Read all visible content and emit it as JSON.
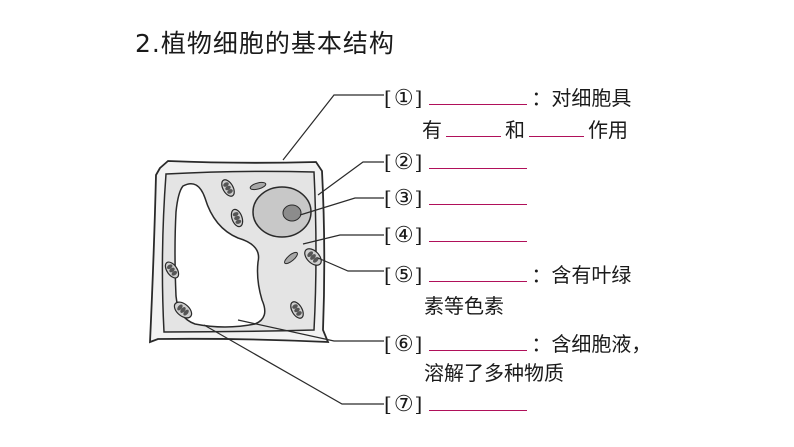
{
  "heading": "2.植物细胞的基本结构",
  "colors": {
    "blank_line": "#b0105a",
    "stroke": "#2a2a2a",
    "cytoplasm": "#e4e4e4",
    "vacuole": "#ffffff",
    "nucleus": "#c8c8c8",
    "nucleolus": "#8c8c8c"
  },
  "labels": [
    {
      "open": "[",
      "num": "①",
      "close": "]",
      "after": "：对细胞具"
    },
    {
      "open": "[",
      "num": "②",
      "close": "]"
    },
    {
      "open": "[",
      "num": "③",
      "close": "]"
    },
    {
      "open": "[",
      "num": "④",
      "close": "]"
    },
    {
      "open": "[",
      "num": "⑤",
      "close": "]",
      "after": "：含有叶绿"
    },
    {
      "open": "[",
      "num": "⑥",
      "close": "]",
      "after": "：含细胞液，"
    },
    {
      "open": "[",
      "num": "⑦",
      "close": "]"
    }
  ],
  "label1_line2": {
    "a": "有",
    "b": "和",
    "c": "作用"
  },
  "label5_line2": "素等色素",
  "label6_line2": "溶解了多种物质"
}
